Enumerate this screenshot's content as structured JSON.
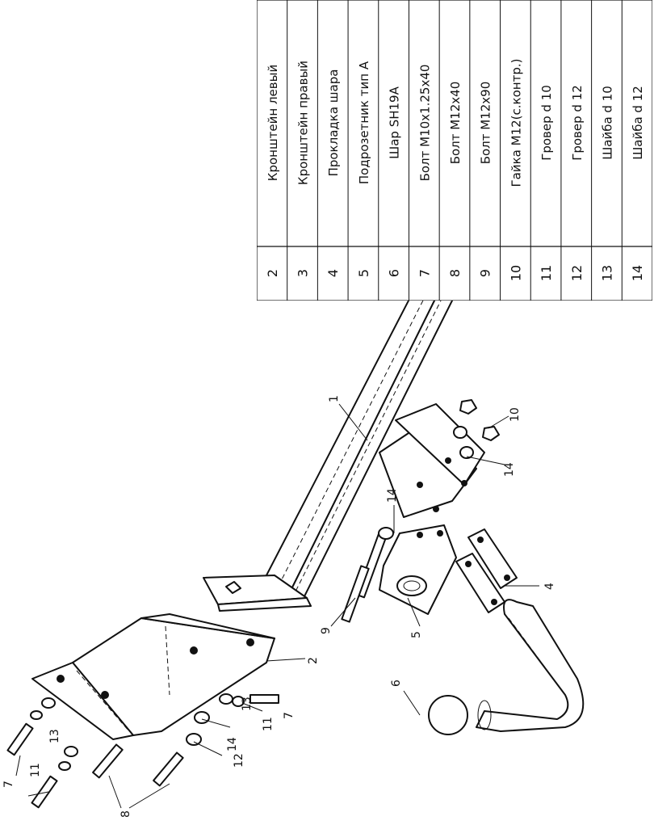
{
  "parts_table": {
    "rows": [
      {
        "num": "2",
        "name": "Кронштейн левый"
      },
      {
        "num": "3",
        "name": "Кронштейн правый"
      },
      {
        "num": "4",
        "name": "Прокладка шара"
      },
      {
        "num": "5",
        "name": "Подрозетник тип А"
      },
      {
        "num": "6",
        "name": "Шар SH19A"
      },
      {
        "num": "7",
        "name": "Болт М10х1.25х40"
      },
      {
        "num": "8",
        "name": "Болт М12х40"
      },
      {
        "num": "9",
        "name": "Болт М12х90"
      },
      {
        "num": "10",
        "name": "Гайка М12(с.контр.)"
      },
      {
        "num": "11",
        "name": "Гровер d 10"
      },
      {
        "num": "12",
        "name": "Гровер d 12"
      },
      {
        "num": "13",
        "name": "Шайба d 10"
      },
      {
        "num": "14",
        "name": "Шайба d 12"
      }
    ]
  },
  "callouts": {
    "c1": "1",
    "c2": "2",
    "c3": "3",
    "c4": "4",
    "c5": "5",
    "c6": "6",
    "c7a": "7",
    "c7b": "7",
    "c7c": "7",
    "c7d": "7",
    "c8a": "8",
    "c8b": "8",
    "c9": "9",
    "c10": "10",
    "c11a": "11",
    "c11b": "11",
    "c11c": "11",
    "c12a": "12",
    "c12b": "12",
    "c13a": "13",
    "c13b": "13",
    "c13c": "13",
    "c13d": "13",
    "c14a": "14",
    "c14b": "14",
    "c14c": "14",
    "c14d": "14",
    "c14e": "14"
  },
  "colors": {
    "ink": "#111111",
    "paper": "#ffffff"
  }
}
